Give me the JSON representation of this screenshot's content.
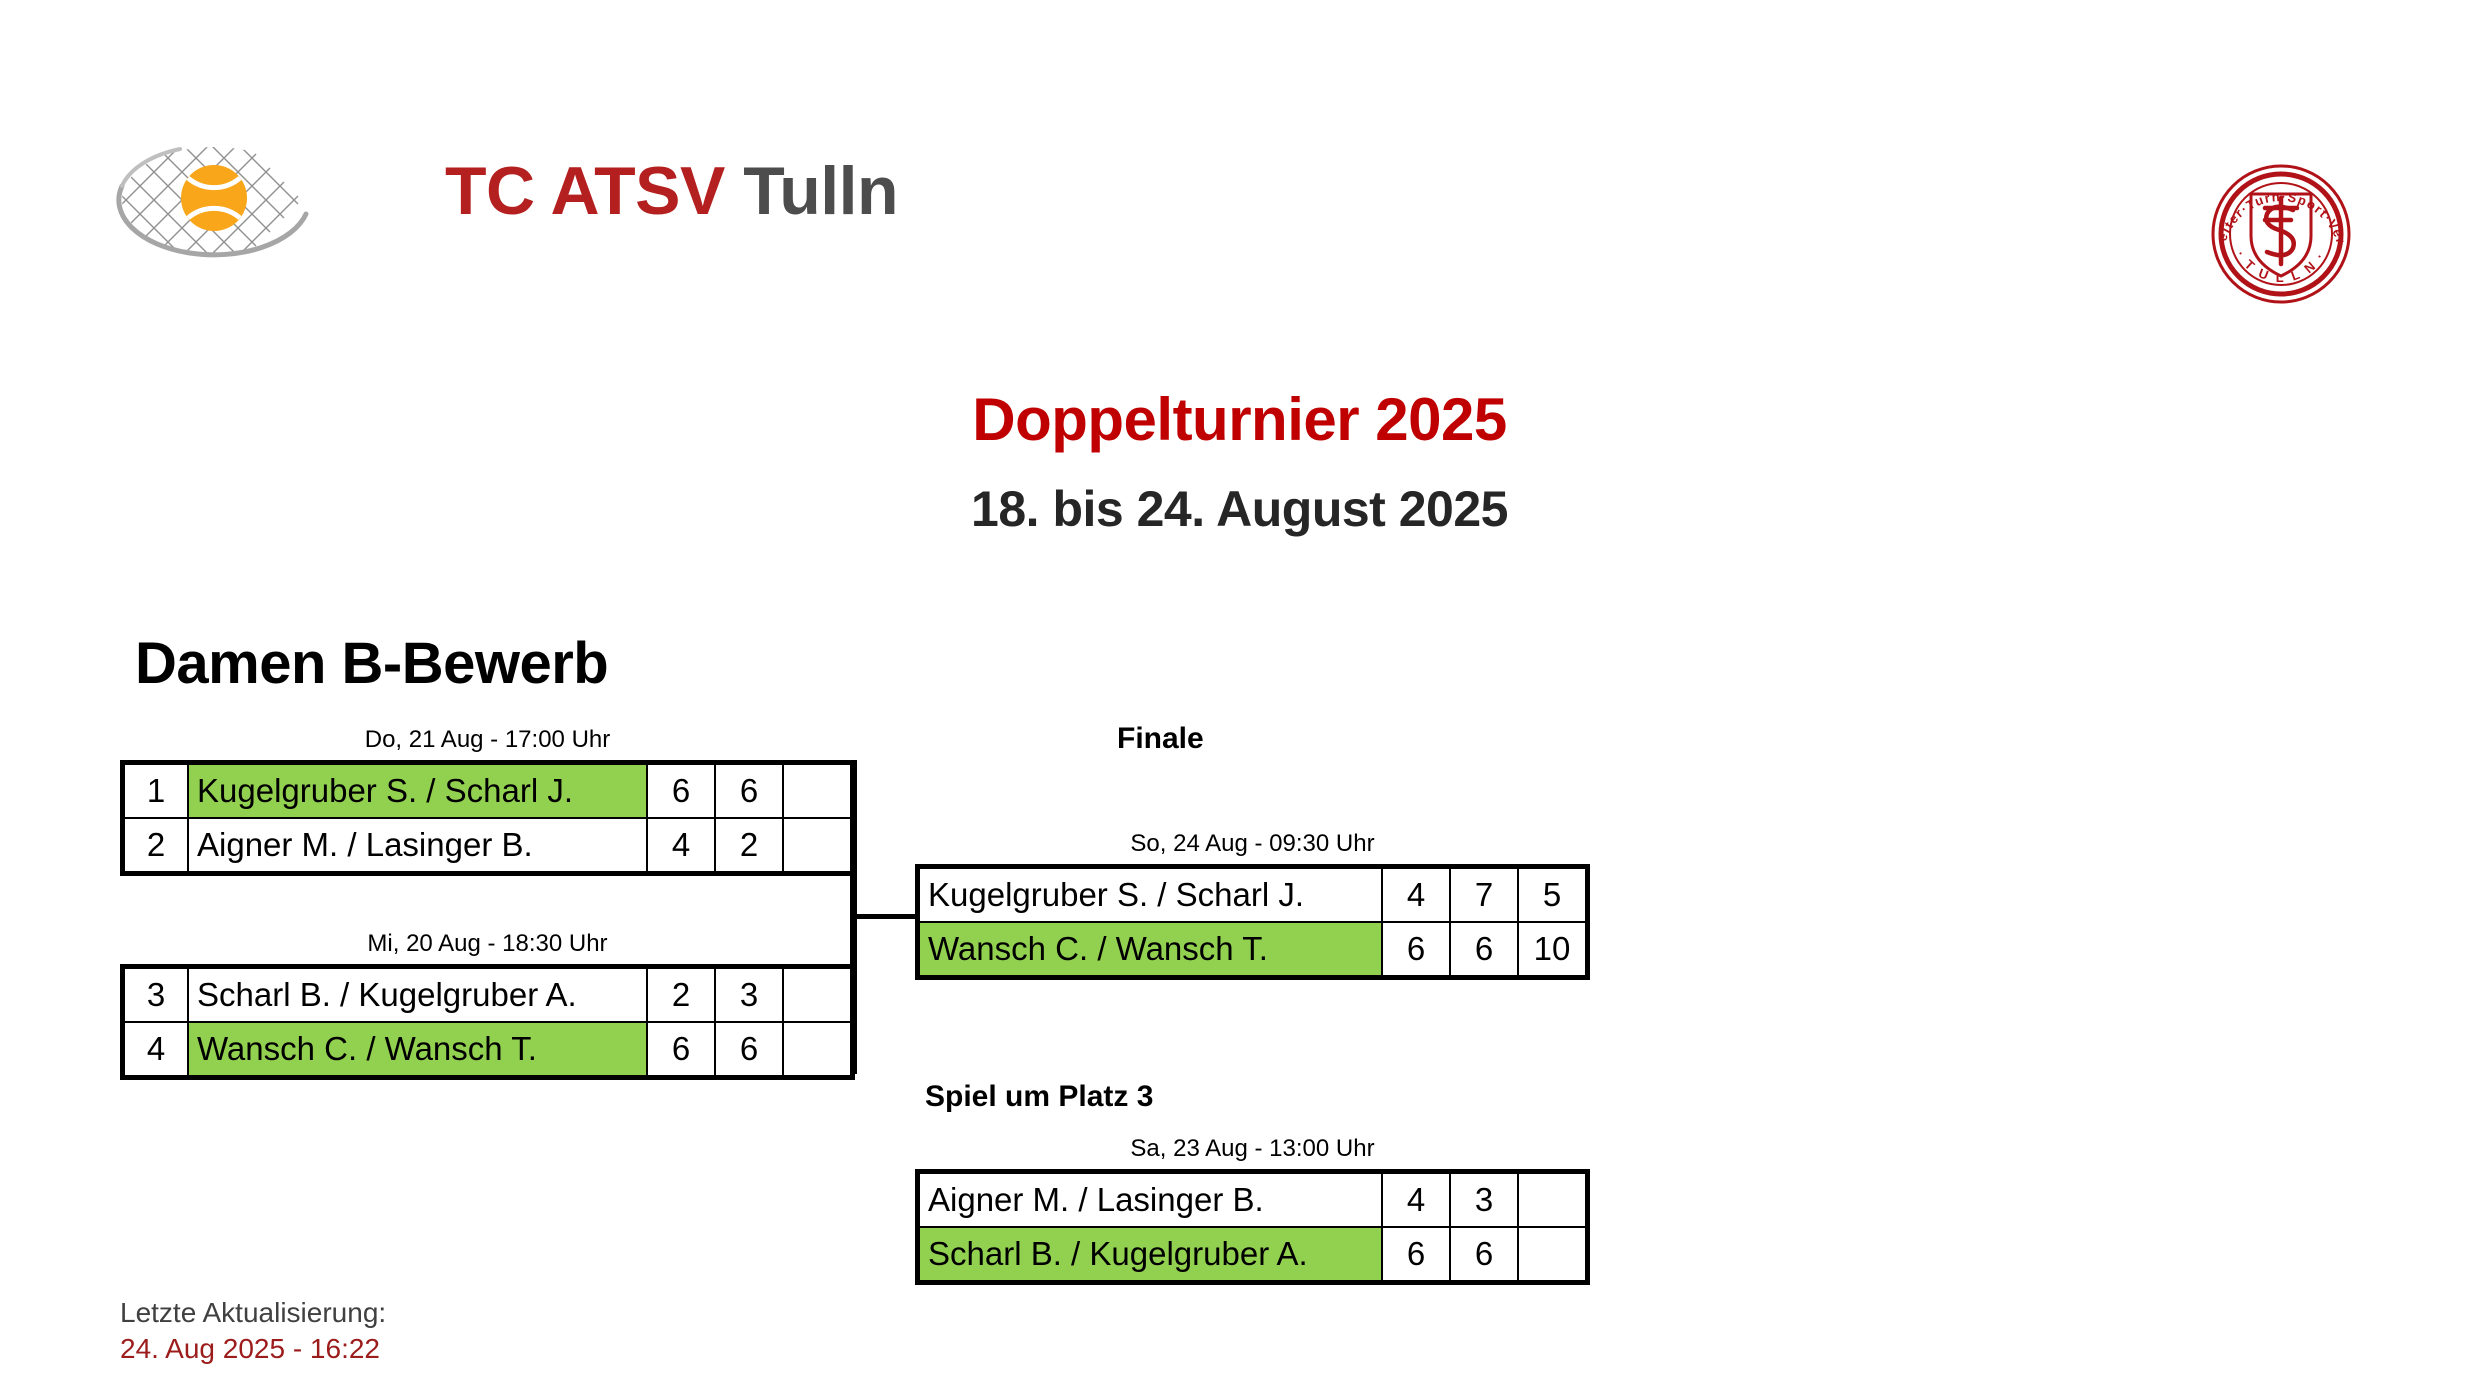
{
  "header": {
    "club_name_red": "TC ATSV",
    "club_name_gray": "Tulln",
    "club_logo_icon": "tennis-racket-ball-icon",
    "association_logo_icon": "atsv-tulln-seal-icon",
    "association_logo_outer_text": "Arbeiter-Turn-Sport-Verein",
    "association_logo_bottom_text": "TULLN"
  },
  "titles": {
    "tournament": "Doppelturnier 2025",
    "dates": "18. bis 24. August 2025"
  },
  "draw": {
    "title": "Damen B-Bewerb"
  },
  "colors": {
    "accent_red": "#C00000",
    "winner_green": "#92D050",
    "logo_red": "#B41F1F",
    "logo_gray": "#4D4D4D",
    "footer_label": "#404040",
    "footer_value": "#9C1C1C"
  },
  "semifinals": [
    {
      "date": "Do, 21 Aug - 17:00 Uhr",
      "rows": [
        {
          "seed": "1",
          "team": "Kugelgruber S. / Scharl J.",
          "scores": [
            "6",
            "6",
            ""
          ],
          "winner": true
        },
        {
          "seed": "2",
          "team": "Aigner M. / Lasinger B.",
          "scores": [
            "4",
            "2",
            ""
          ],
          "winner": false
        }
      ]
    },
    {
      "date": "Mi, 20 Aug - 18:30 Uhr",
      "rows": [
        {
          "seed": "3",
          "team": "Scharl B. / Kugelgruber A.",
          "scores": [
            "2",
            "3",
            ""
          ],
          "winner": false
        },
        {
          "seed": "4",
          "team": "Wansch C. / Wansch T.",
          "scores": [
            "6",
            "6",
            ""
          ],
          "winner": true
        }
      ]
    }
  ],
  "final": {
    "heading": "Finale",
    "date": "So, 24 Aug - 09:30 Uhr",
    "rows": [
      {
        "team": "Kugelgruber S. / Scharl J.",
        "scores": [
          "4",
          "7",
          "5"
        ],
        "winner": false
      },
      {
        "team": "Wansch C. / Wansch T.",
        "scores": [
          "6",
          "6",
          "10"
        ],
        "winner": true
      }
    ]
  },
  "third_place": {
    "heading": "Spiel um Platz 3",
    "date": "Sa, 23 Aug - 13:00 Uhr",
    "rows": [
      {
        "team": "Aigner M. / Lasinger B.",
        "scores": [
          "4",
          "3",
          ""
        ],
        "winner": false
      },
      {
        "team": "Scharl B. / Kugelgruber A.",
        "scores": [
          "6",
          "6",
          ""
        ],
        "winner": true
      }
    ]
  },
  "footer": {
    "label": "Letzte Aktualisierung:",
    "value": "24. Aug 2025 - 16:22"
  }
}
